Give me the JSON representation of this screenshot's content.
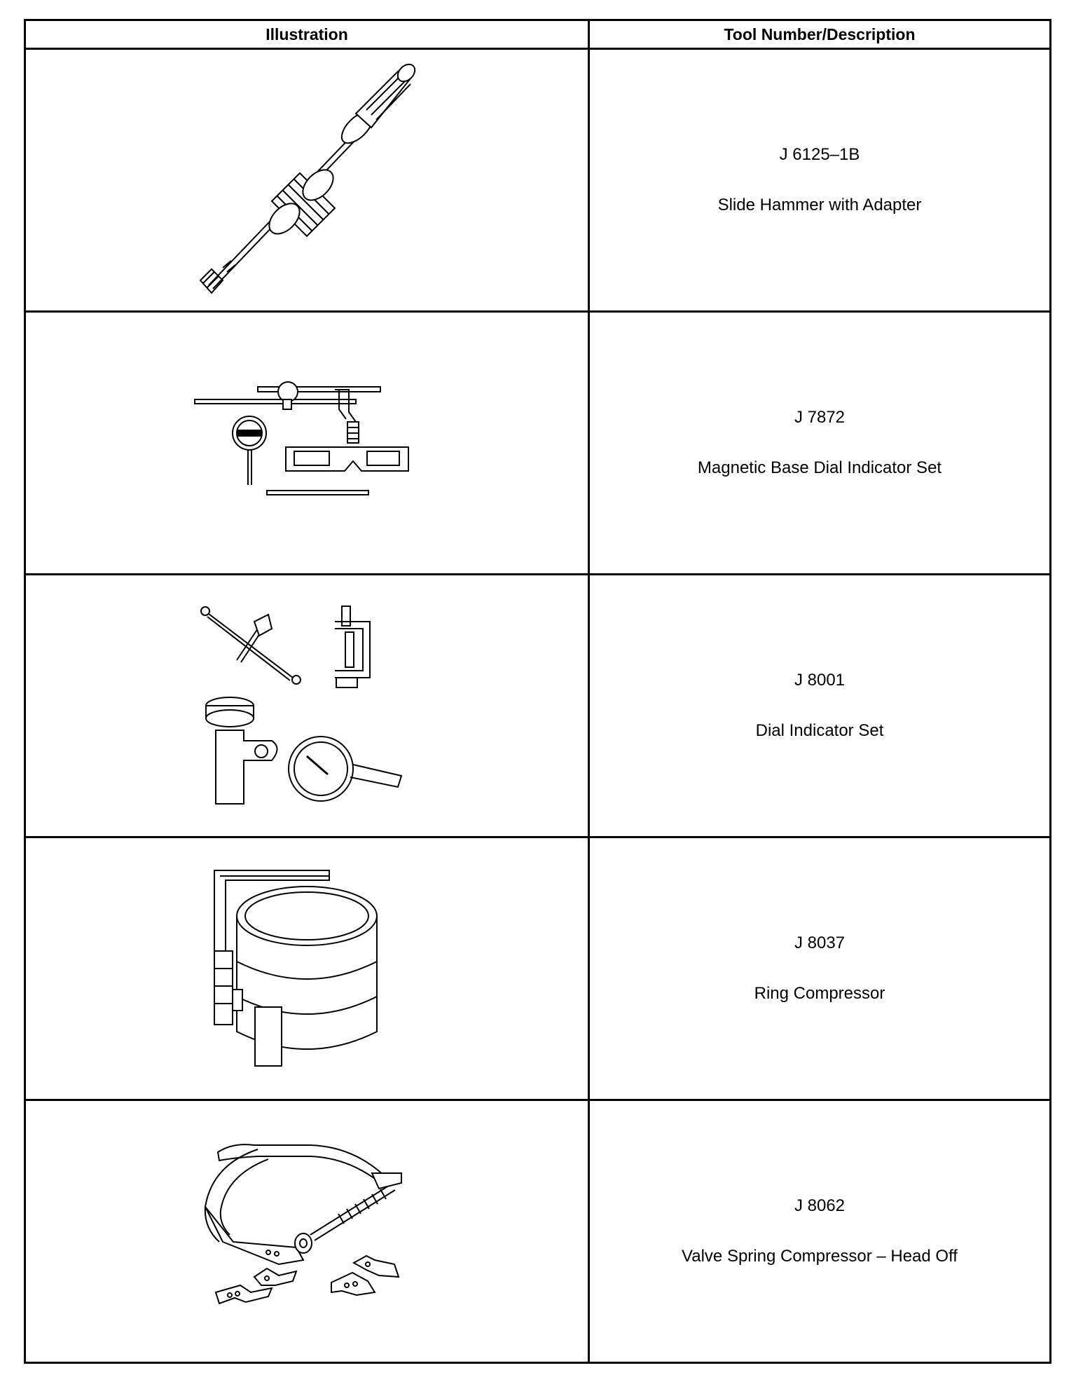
{
  "table": {
    "headers": {
      "illustration": "Illustration",
      "tool": "Tool Number/Description"
    },
    "rows": [
      {
        "illustration_icon": "slide-hammer-icon",
        "number": "J 6125–1B",
        "description": "Slide Hammer with Adapter"
      },
      {
        "illustration_icon": "magnetic-base-dial-indicator-icon",
        "number": "J 7872",
        "description": "Magnetic Base Dial Indicator Set"
      },
      {
        "illustration_icon": "dial-indicator-set-icon",
        "number": "J 8001",
        "description": "Dial Indicator Set"
      },
      {
        "illustration_icon": "ring-compressor-icon",
        "number": "J 8037",
        "description": "Ring Compressor"
      },
      {
        "illustration_icon": "valve-spring-compressor-icon",
        "number": "J 8062",
        "description": "Valve Spring Compressor – Head Off"
      }
    ]
  }
}
